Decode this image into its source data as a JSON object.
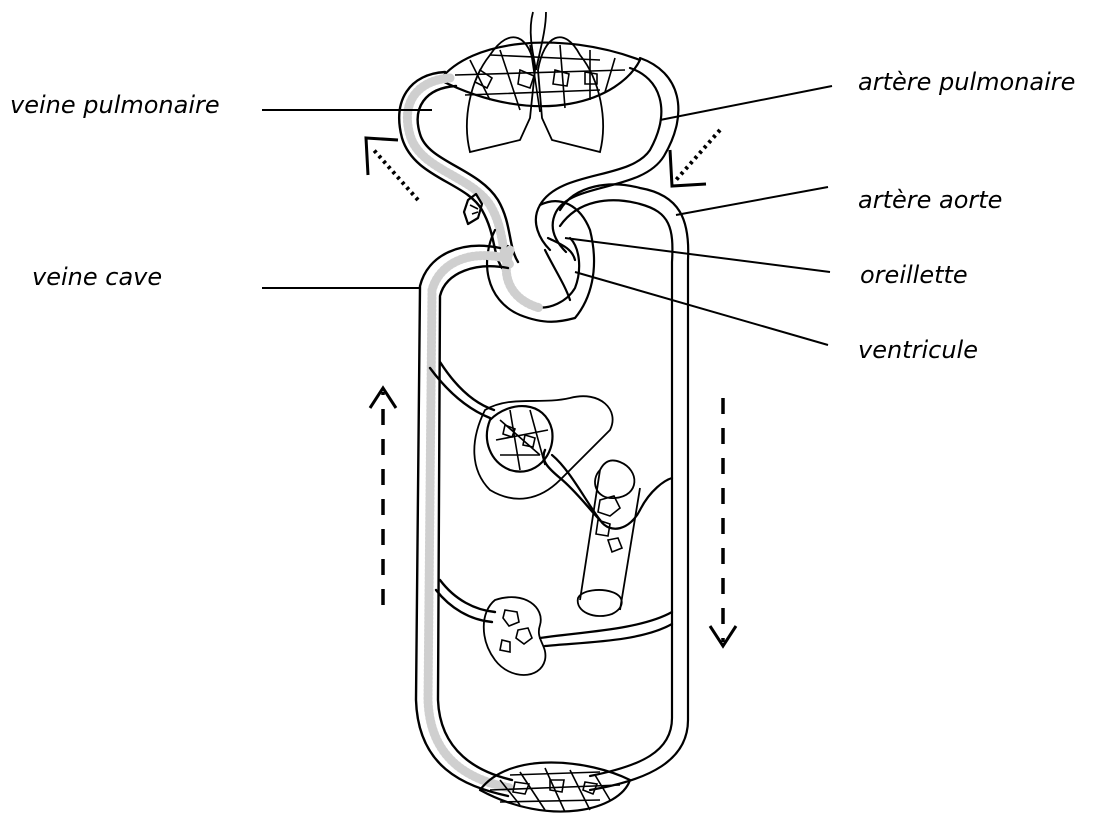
{
  "diagram": {
    "labels": {
      "veine_pulmonaire": "veine pulmonaire",
      "artere_pulmonaire": "artère pulmonaire",
      "artere_aorte": "artère aorte",
      "veine_cave": "veine cave",
      "oreillette": "oreillette",
      "ventricule": "ventricule"
    },
    "colors": {
      "ink": "#000000",
      "background": "#ffffff",
      "stipple": "#cfcfcf"
    },
    "arrows": [
      {
        "name": "pulmonary-vein-flow-arrow",
        "style": "dotted",
        "direction": "up-left"
      },
      {
        "name": "pulmonary-artery-flow-arrow",
        "style": "dotted",
        "direction": "down-left"
      },
      {
        "name": "venous-return-flow-arrow",
        "style": "dashed",
        "direction": "up"
      },
      {
        "name": "arterial-flow-arrow",
        "style": "dashed",
        "direction": "down"
      }
    ]
  }
}
